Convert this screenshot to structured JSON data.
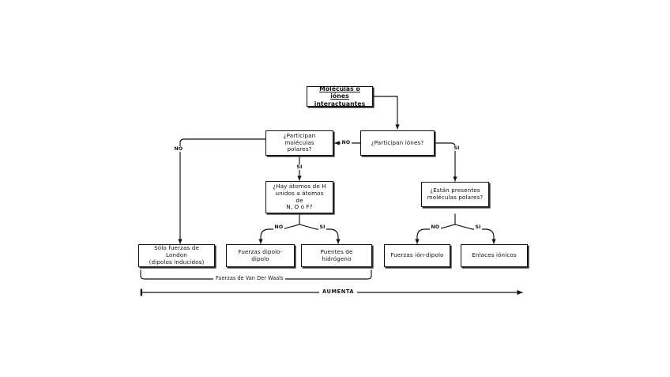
{
  "diagram": {
    "title_node": {
      "line1": "Moléculas o iónes",
      "line2": "interactuantes"
    },
    "decisions": [
      {
        "id": "polares",
        "line1": "¿Participan moléculas",
        "line2": "polares?"
      },
      {
        "id": "iones",
        "line1": "¿Participan iónes?",
        "line2": ""
      },
      {
        "id": "hidrogeno",
        "line1": "¿Hay átomos de H",
        "line2": "unidos a átomos de",
        "line3": "N, O o F?"
      },
      {
        "id": "polares2",
        "line1": "¿Están presentes",
        "line2": "moléculas polares?"
      }
    ],
    "results": [
      {
        "id": "london",
        "line1": "Sólo fuerzas de London",
        "line2": "(dipolos inducidos)"
      },
      {
        "id": "dipolo-dipolo",
        "line1": "Fuerzas dipolo-dipolo",
        "line2": ""
      },
      {
        "id": "puentes-h",
        "line1": "Puentes de hidrógeno",
        "line2": ""
      },
      {
        "id": "ion-dipolo",
        "line1": "Fuerzas ión-dipolo",
        "line2": ""
      },
      {
        "id": "enlaces-ionicos",
        "line1": "Enlaces iónicos",
        "line2": ""
      }
    ],
    "edge_labels": {
      "iones_no": "NO",
      "iones_si": "SI",
      "polares_no": "NO",
      "polares_si": "SI",
      "hidrogeno_no": "NO",
      "hidrogeno_si": "SI",
      "polares2_no": "NO",
      "polares2_si": "SI"
    },
    "bracket_label": "Fuerzas de Van Der Waals",
    "axis_label": "AUMENTA",
    "colors": {
      "ink": "#111111",
      "shadow": "#2b2b2b",
      "background": "#ffffff"
    }
  }
}
